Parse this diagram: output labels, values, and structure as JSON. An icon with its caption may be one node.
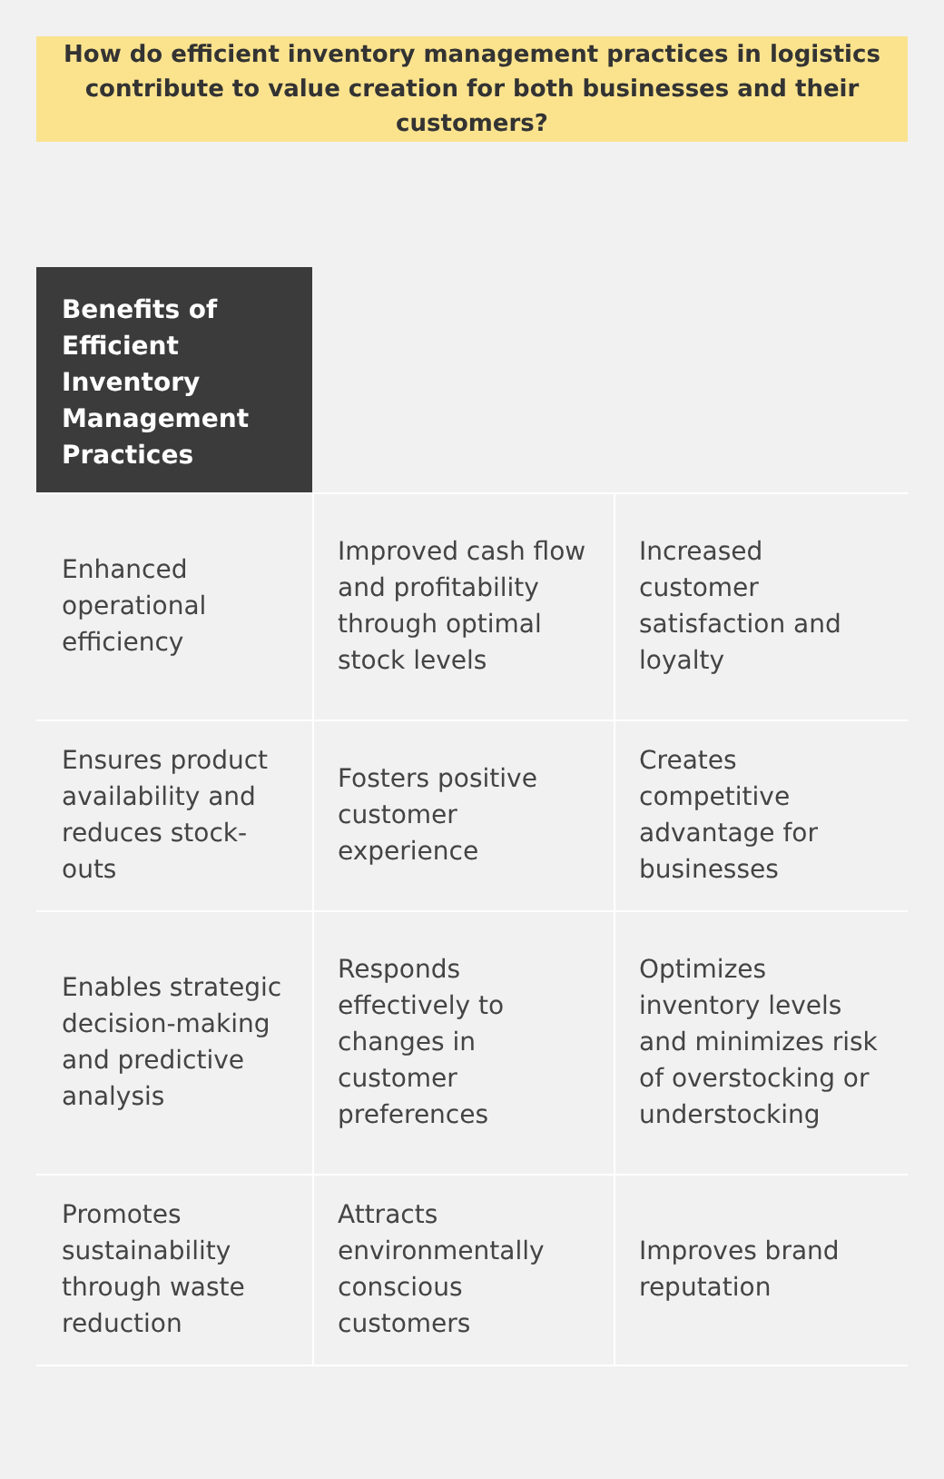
{
  "diagram": {
    "title": "How do efficient inventory management practices in logistics contribute to value creation for both businesses and their customers?",
    "labels": [
      "Benefits of Efficient Inventory Management Practices",
      "Enhanced operational efficiency",
      "Improved cash flow and profitability through optimal stock levels",
      "Increased customer satisfaction and loyalty",
      "Ensures product availability and reduces stock-outs",
      "Fosters positive customer experience",
      "Creates competitive advantage for businesses",
      "Enables strategic decision-making and predictive analysis",
      "Responds effectively to changes in customer preferences",
      "Optimizes inventory levels and minimizes risk of overstocking or understocking",
      "Promotes sustainability through waste reduction",
      "Attracts environmentally conscious customers",
      "Improves brand reputation"
    ]
  }
}
